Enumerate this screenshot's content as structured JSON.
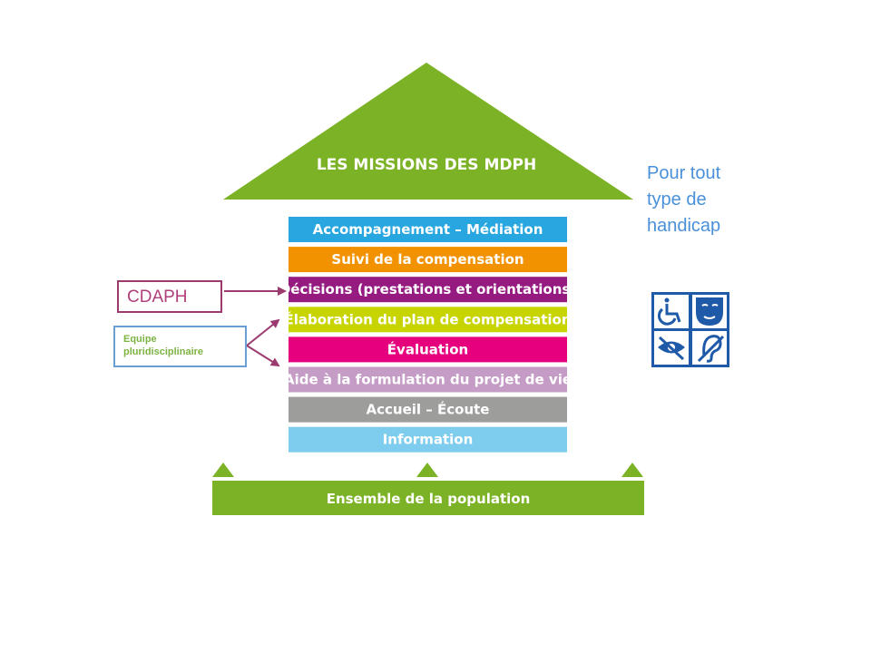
{
  "roof": {
    "title": "LES MISSIONS DES MDPH",
    "color": "#7cb326"
  },
  "missions": [
    {
      "label": "Accompagnement – Médiation",
      "color": "#27a6e0"
    },
    {
      "label": "Suivi de la compensation",
      "color": "#f39200"
    },
    {
      "label": "Décisions (prestations et orientations)",
      "color": "#951b81"
    },
    {
      "label": "Élaboration du plan de compensation",
      "color": "#c8d400"
    },
    {
      "label": "Évaluation",
      "color": "#e6007e"
    },
    {
      "label": "Aide à la formulation du projet de vie",
      "color": "#c59cc6"
    },
    {
      "label": "Accueil – Écoute",
      "color": "#9d9d9c"
    },
    {
      "label": "Information",
      "color": "#7fcdee"
    }
  ],
  "base": {
    "label": "Ensemble de la population",
    "color": "#7cb326"
  },
  "cdaph": {
    "label": "CDAPH",
    "color": "#9b3a6e"
  },
  "equipe": {
    "line1": "Equipe",
    "line2": "pluridisciplinaire",
    "color": "#6a9fd4"
  },
  "handicap": {
    "line1": "Pour tout",
    "line2": "type de",
    "line3": "handicap",
    "color": "#4a90d9"
  },
  "icons": [
    "wheelchair-icon",
    "mask-face-icon",
    "eye-icon",
    "ear-icon"
  ]
}
